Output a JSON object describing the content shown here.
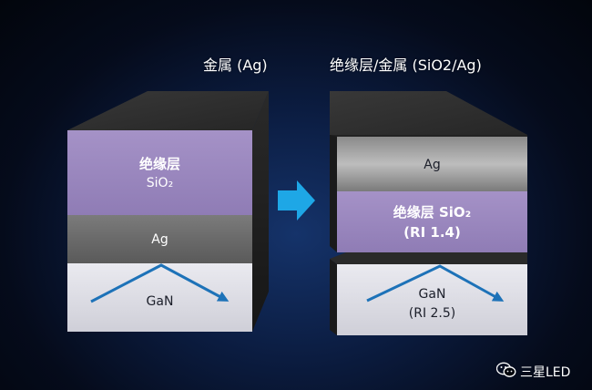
{
  "left_stack": {
    "title": "金属 (Ag)",
    "layers": {
      "insulator_label": "绝缘层",
      "insulator_formula": "SiO₂",
      "metal_label": "Ag",
      "substrate_label": "GaN"
    }
  },
  "right_stack": {
    "title": "绝缘层/金属 (SiO2/Ag)",
    "layers": {
      "metal_label": "Ag",
      "insulator_label": "绝缘层 SiO₂",
      "insulator_ri": "(RI 1.4)",
      "substrate_label": "GaN",
      "substrate_ri": "(RI 2.5)"
    }
  },
  "transition_arrow": {
    "color": "#1ea7e6"
  },
  "footer": {
    "brand": "三星LED"
  },
  "colors": {
    "insulator": "#9c88c0",
    "metal": "#6e6e6e",
    "gan": "#e4e4ea",
    "block_top": "#2e2e2e",
    "ray": "#1d72b8"
  }
}
